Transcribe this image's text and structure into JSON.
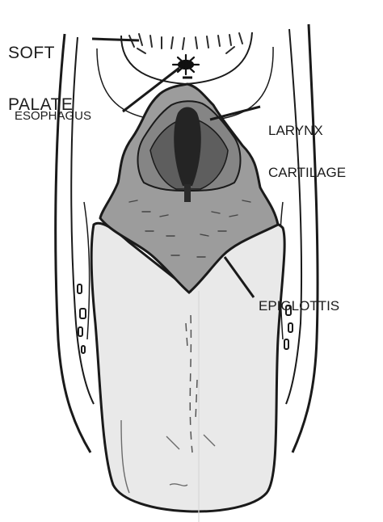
{
  "labels": {
    "soft_palate_line1": "SOFT",
    "soft_palate_line2": "PALATE",
    "esophagus": "ESOPHAGUS",
    "larynx_line1": "LARYNX",
    "larynx_line2": "CARTILAGE",
    "epiglottis": "EPIGLOTTIS"
  },
  "colors": {
    "background": "#ffffff",
    "outline": "#1a1a1a",
    "tongue_fill": "#e9e9e9",
    "epiglottis_fill": "#9c9c9c",
    "larynx_fill": "#858585",
    "cavity_fill": "#5e5e5e",
    "opening_fill": "#242424",
    "label_text": "#1c1c1c"
  }
}
